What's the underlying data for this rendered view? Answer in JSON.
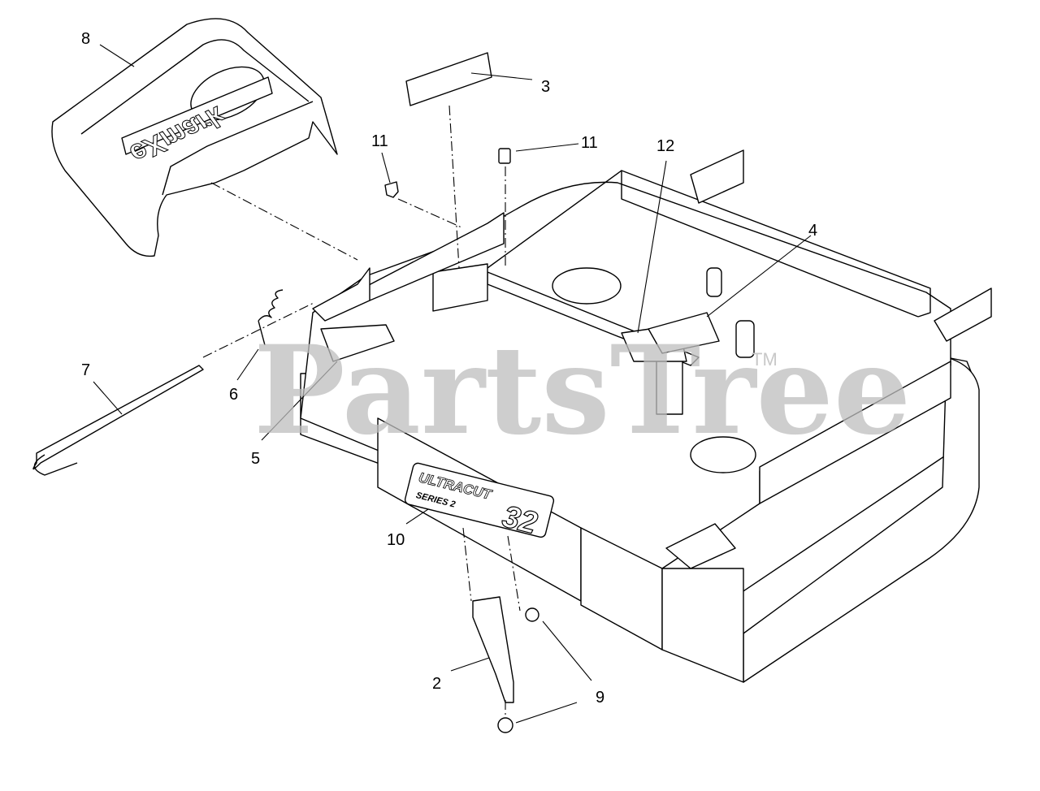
{
  "diagram": {
    "callouts": [
      {
        "id": "c8",
        "label": "8"
      },
      {
        "id": "c3",
        "label": "3"
      },
      {
        "id": "c11a",
        "label": "11"
      },
      {
        "id": "c11b",
        "label": "11"
      },
      {
        "id": "c12",
        "label": "12"
      },
      {
        "id": "c4",
        "label": "4"
      },
      {
        "id": "c7",
        "label": "7"
      },
      {
        "id": "c6",
        "label": "6"
      },
      {
        "id": "c5",
        "label": "5"
      },
      {
        "id": "c10",
        "label": "10"
      },
      {
        "id": "c2",
        "label": "2"
      },
      {
        "id": "c9",
        "label": "9"
      }
    ],
    "watermark": "PartsTree",
    "watermark_tm": "TM",
    "chute_logo": "eXmark",
    "deck_logo_line1": "ULTRACUT",
    "deck_logo_line2": "SERIES 2",
    "deck_logo_size": "32",
    "colors": {
      "line": "#000000",
      "paper": "#ffffff",
      "watermark": "#bdbdbd"
    }
  }
}
